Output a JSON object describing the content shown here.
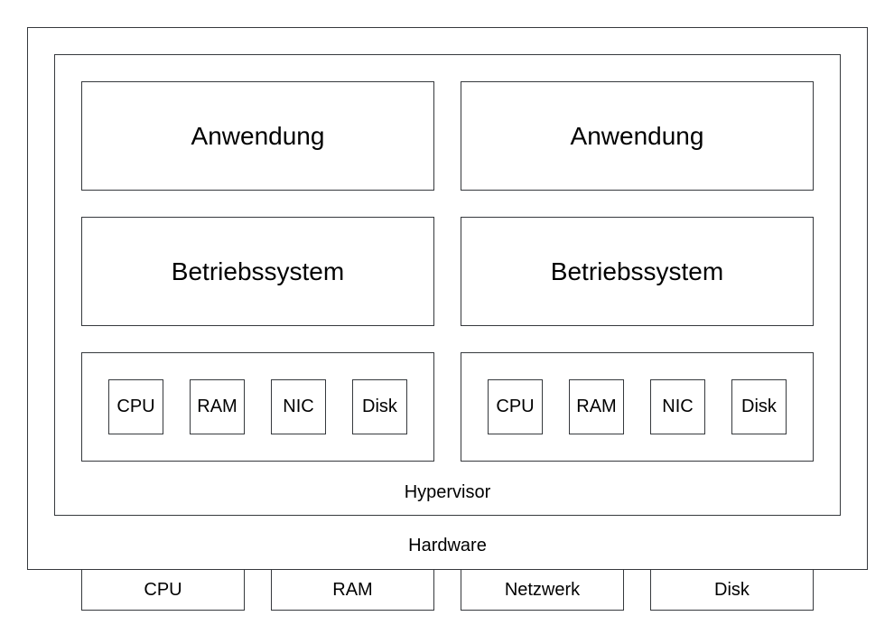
{
  "hardware": {
    "label": "Hardware",
    "resources": [
      "CPU",
      "RAM",
      "Netzwerk",
      "Disk"
    ]
  },
  "hypervisor": {
    "label": "Hypervisor"
  },
  "vms": [
    {
      "application": "Anwendung",
      "os": "Betriebssystem",
      "virtual_hardware": [
        "CPU",
        "RAM",
        "NIC",
        "Disk"
      ]
    },
    {
      "application": "Anwendung",
      "os": "Betriebssystem",
      "virtual_hardware": [
        "CPU",
        "RAM",
        "NIC",
        "Disk"
      ]
    }
  ]
}
